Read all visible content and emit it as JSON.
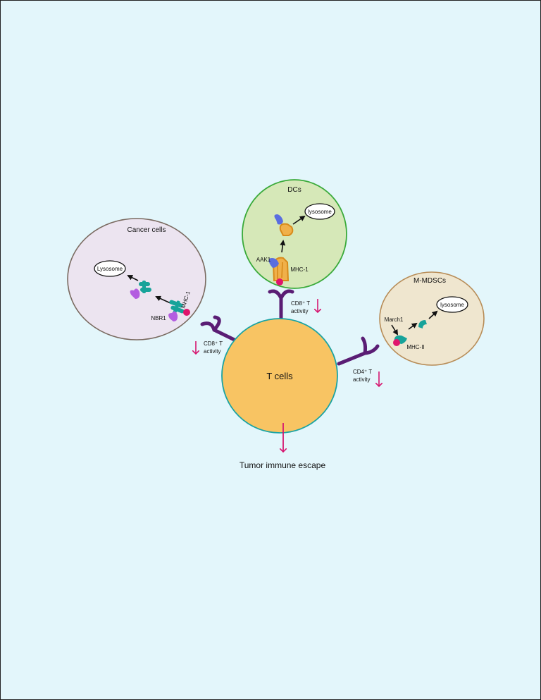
{
  "colors": {
    "background": "#e3f6fb",
    "border": "#222222",
    "t_cell_fill": "#f8c463",
    "t_cell_stroke": "#1aa3a3",
    "cancer_fill": "#ece4f0",
    "cancer_stroke": "#7a6a60",
    "dc_fill": "#d6e8b8",
    "dc_stroke": "#3aaa3a",
    "mdsc_fill": "#efe6cf",
    "mdsc_stroke": "#b78c57",
    "receptor": "#5a1d74",
    "down_arrow": "#d6166f",
    "mhc1_teal": "#17a39a",
    "mhc_orange": "#d88a1a",
    "aak1_blue": "#5a6ee0",
    "nbr1_purple": "#b35de0",
    "ubiquitin_pink": "#e0146c"
  },
  "cells": {
    "t_cell": {
      "label": "T cells"
    },
    "cancer": {
      "label": "Cancer cells",
      "lysosome": "Lysosome",
      "mhc": "MHC-1",
      "adaptor": "NBR1"
    },
    "dc": {
      "label": "DCs",
      "lysosome": "lysosome",
      "mhc": "MHC-1",
      "adaptor": "AAK1"
    },
    "mdsc": {
      "label": "M-MDSCs",
      "lysosome": "lysosome",
      "mhc": "MHC-II",
      "adaptor": "March1"
    }
  },
  "effects": {
    "cancer_effect": {
      "line1": "CD8⁺ T",
      "line2": "activity"
    },
    "dc_effect": {
      "line1": "CD8⁺ T",
      "line2": "activity"
    },
    "mdsc_effect": {
      "line1": "CD4⁺ T",
      "line2": "activity"
    }
  },
  "outcome": "Tumor immune escape"
}
